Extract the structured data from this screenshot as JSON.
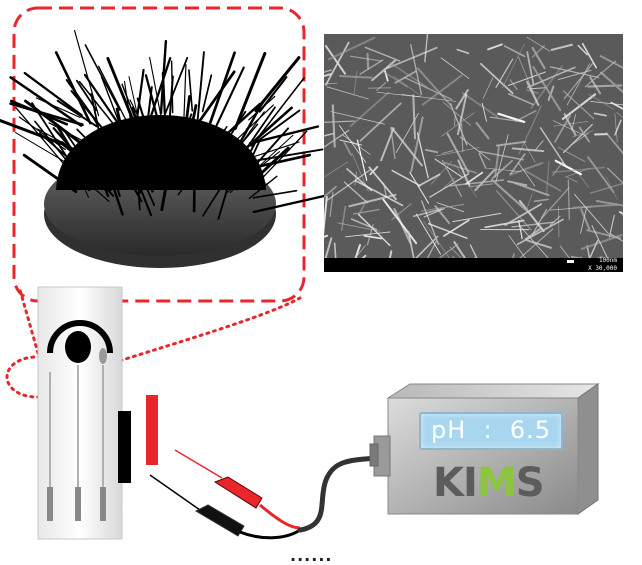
{
  "sem_image": {
    "scale_label": "100nm",
    "magnification": "X 30,000"
  },
  "ph_meter": {
    "display": "pH  :  6.5",
    "brand_prefix": "KI",
    "brand_m": "M",
    "brand_suffix": "S"
  },
  "partial_label": "......",
  "colors": {
    "dashed_callout": "#e8262b",
    "lead_red": "#e8262b",
    "lead_black": "#000000",
    "brand_green": "#8cc63f",
    "display_blue": "#a9d6ef"
  }
}
